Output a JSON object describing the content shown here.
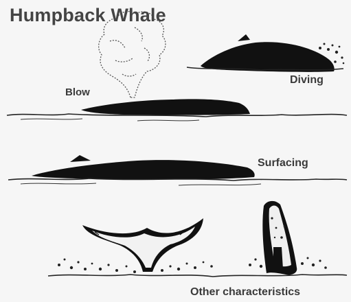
{
  "title": "Humpback Whale",
  "labels": {
    "blow": "Blow",
    "diving": "Diving",
    "surfacing": "Surfacing",
    "other": "Other characteristics"
  },
  "colors": {
    "ink": "#111111",
    "background": "#f6f6f6"
  }
}
